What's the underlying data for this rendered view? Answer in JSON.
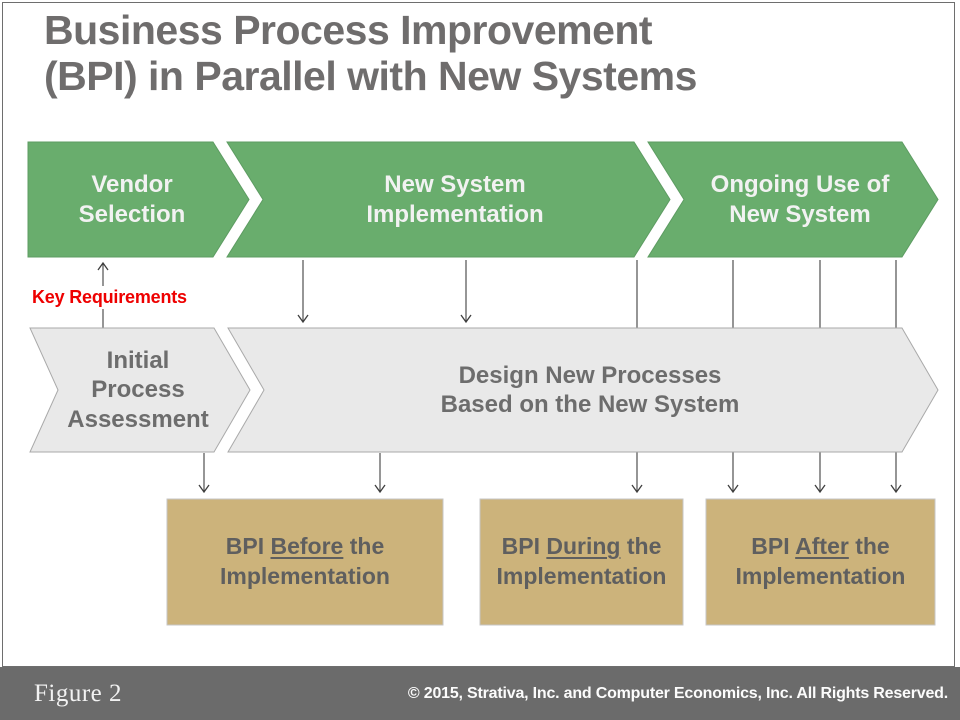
{
  "title": {
    "text": "Business Process Improvement\n(BPI) in Parallel with New Systems"
  },
  "top_row": {
    "items": [
      {
        "label": "Vendor\nSelection"
      },
      {
        "label": "New System\nImplementation"
      },
      {
        "label": "Ongoing Use of\nNew System"
      }
    ]
  },
  "key_requirements_label": "Key Requirements",
  "middle_row": {
    "items": [
      {
        "label": "Initial\nProcess\nAssessment"
      },
      {
        "label": "Design New Processes\nBased on the New System"
      }
    ]
  },
  "bottom_row": {
    "items": [
      {
        "prefix": "BPI",
        "underlined": "Before",
        "suffix": "the",
        "line2": "Implementation"
      },
      {
        "prefix": "BPI",
        "underlined": "During",
        "suffix": "the",
        "line2": "Implementation"
      },
      {
        "prefix": "BPI",
        "underlined": "After",
        "suffix": "the",
        "line2": "Implementation"
      }
    ]
  },
  "footer": {
    "figure_label": "Figure 2",
    "copyright": "© 2015, Strativa, Inc. and Computer Economics, Inc. All Rights Reserved."
  },
  "colors": {
    "green": "#69ad6d",
    "green_border": "#5d9c62",
    "gray_fill": "#e9e9e9",
    "gray_border": "#a9a9a9",
    "tan": "#ccb37b",
    "tan_border": "#c6c6c6",
    "arrow": "#3f3f3f",
    "red": "#ee0000",
    "footer_bg": "#6b6b6b",
    "title_text": "#6f6d6d"
  }
}
